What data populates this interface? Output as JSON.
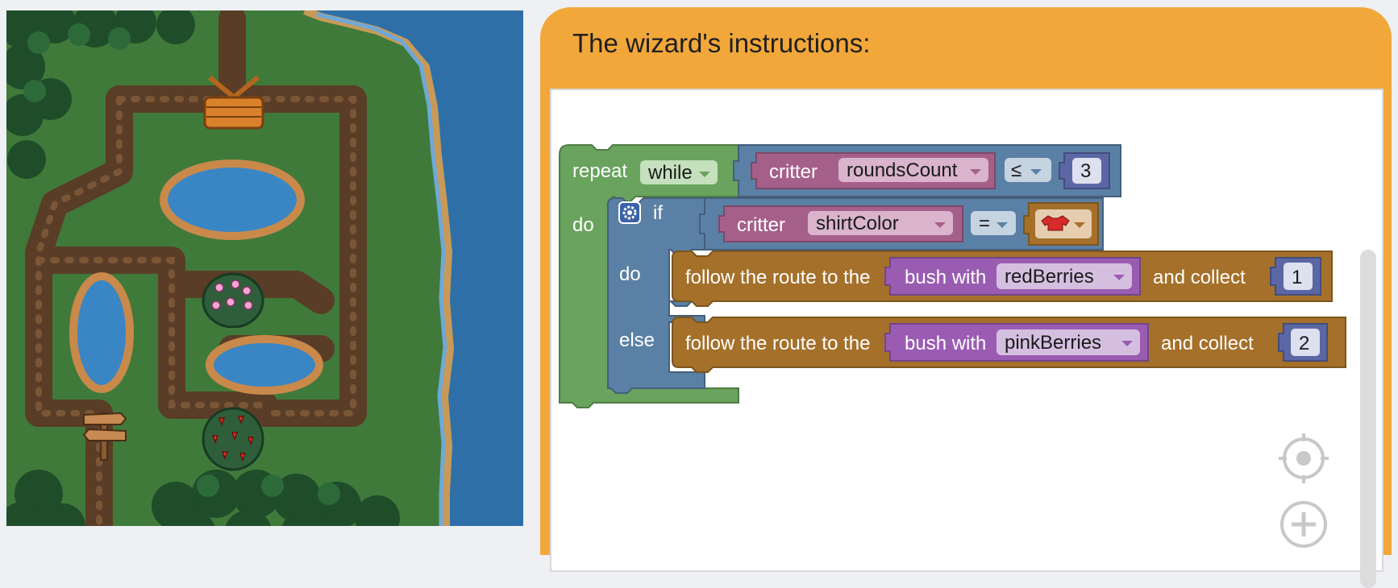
{
  "map": {
    "objects": [
      "basket-icon",
      "bush-pink-berries-icon",
      "bush-red-berries-icon",
      "signpost-icon"
    ]
  },
  "panel": {
    "title": "The wizard's instructions:"
  },
  "colors": {
    "panel_orange": "#f2a73a",
    "loop_green": "#69a35d",
    "logic_blue": "#5b80a5",
    "critter_pink": "#a5608a",
    "number_blue": "#5b67a5",
    "action_brown": "#a5702a",
    "bush_purple": "#9a5cb3"
  },
  "program": {
    "repeat_label": "repeat",
    "repeat_mode": "while",
    "loop_do_label": "do",
    "condition1": {
      "critter_label": "critter",
      "property": "roundsCount",
      "operator": "≤",
      "value": "3"
    },
    "if_block": {
      "if_label": "if",
      "do_label": "do",
      "else_label": "else",
      "condition": {
        "critter_label": "critter",
        "property": "shirtColor",
        "operator": "=",
        "value_icon": "red-shirt-icon"
      }
    },
    "action1": {
      "prefix": "follow the route to the",
      "bush_label": "bush with",
      "bush_value": "redBerries",
      "collect_label": "and collect",
      "count": "1"
    },
    "action2": {
      "prefix": "follow the route to the",
      "bush_label": "bush with",
      "bush_value": "pinkBerries",
      "collect_label": "and collect",
      "count": "2"
    }
  },
  "controls": [
    "center-target-icon",
    "zoom-in-icon"
  ]
}
